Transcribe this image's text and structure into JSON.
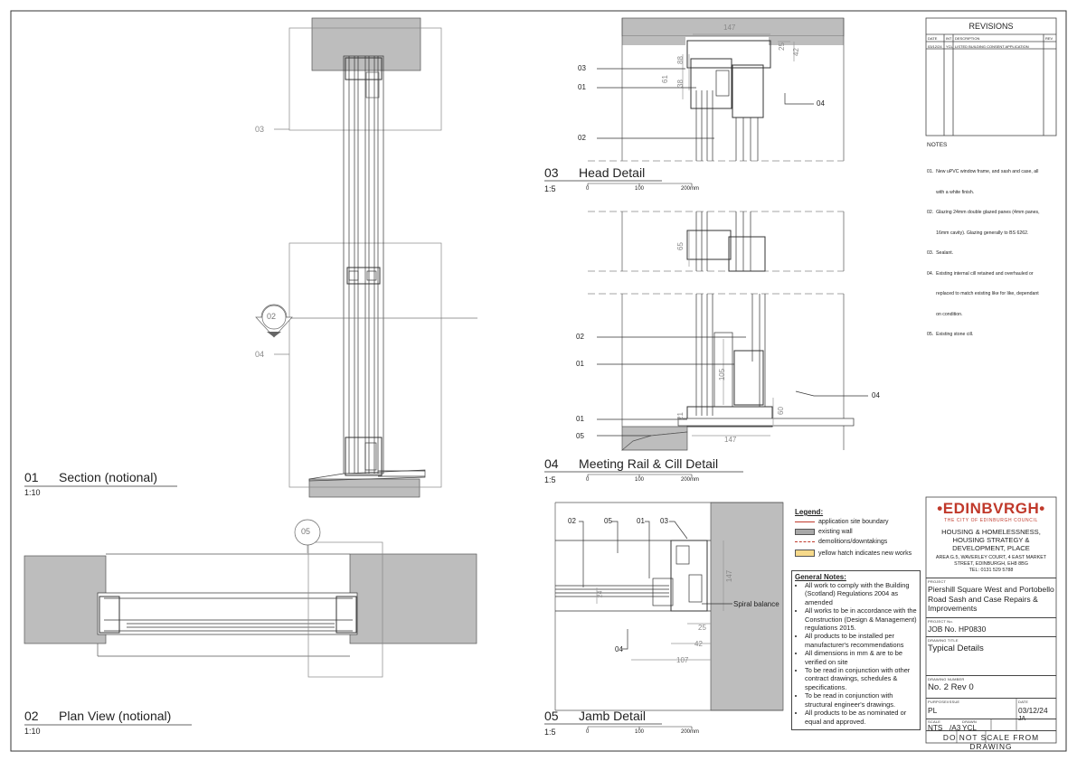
{
  "views": {
    "section": {
      "number": "01",
      "title": "Section (notional)",
      "scale": "1:10"
    },
    "plan": {
      "number": "02",
      "title": "Plan View (notional)",
      "scale": "1:10"
    },
    "head": {
      "number": "03",
      "title": "Head Detail",
      "scale": "1:5"
    },
    "meeting": {
      "number": "04",
      "title": "Meeting Rail & Cill Detail",
      "scale": "1:5"
    },
    "jamb": {
      "number": "05",
      "title": "Jamb Detail",
      "scale": "1:5"
    }
  },
  "scalebar": {
    "zero": "0",
    "mid": "100",
    "end": "200mm"
  },
  "callouts": {
    "c02": "02",
    "c05": "05",
    "s03": "03",
    "s04": "04"
  },
  "tags": {
    "t01": "01",
    "t02": "02",
    "t03": "03",
    "t04": "04",
    "t05": "05"
  },
  "dims": {
    "head": [
      "147",
      "25",
      "42",
      "88",
      "61",
      "38"
    ],
    "meeting": [
      "65",
      "105",
      "21",
      "60",
      "147"
    ],
    "jamb": [
      "147",
      "24",
      "25",
      "42",
      "107"
    ]
  },
  "spiral_balance": "Spiral balance",
  "revisions": {
    "title": "REVISIONS",
    "headers": [
      "DATE",
      "INT",
      "DESCRIPTION",
      "REV"
    ],
    "rows": [
      {
        "date": "03/12/24",
        "int": "YCL",
        "desc": "LISTED BUILDING CONSENT APPLICATION",
        "rev": ""
      }
    ]
  },
  "notes": {
    "heading": "NOTES",
    "items": [
      "01.  New uPVC window frame, and sash and case, all",
      "       with a white finish.",
      "02.  Glazing 24mm double glazed panes (4mm panes,",
      "       16mm cavity). Glazing generally to BS 6262.",
      "03.  Sealant.",
      "04.  Existing internal cill retained and overhauled or",
      "       replaced to match existing like for like, dependant",
      "       on condition.",
      "05.  Existing stone cill."
    ]
  },
  "legend": {
    "heading": "Legend:",
    "items": [
      {
        "label": "application site boundary",
        "color": "#c0392b"
      },
      {
        "label": "existing wall",
        "color": "#a8a8a8"
      },
      {
        "label": "demolitions/downtakings",
        "color": "#c0392b"
      },
      {
        "label": "yellow hatch indicates new works",
        "color": "#f6d98a"
      }
    ]
  },
  "general_notes": {
    "heading": "General Notes:",
    "items": [
      "All work to comply with the Building (Scotland) Regulations 2004 as amended",
      "All works to be in accordance with the Construction (Design & Management) regulations 2015.",
      "All products to be installed per manufacturer's recommendations",
      "All dimensions in mm & are to be verified on site",
      "To be read in conjunction with other contract drawings, schedules & specifications.",
      "To be read in conjunction with structural engineer's drawings.",
      "All products to be as nominated or equal and approved."
    ]
  },
  "title_block": {
    "logo": "•EDINBVRGH•",
    "logo_sub": "THE CITY OF EDINBURGH COUNCIL",
    "dept": "HOUSING & HOMELESSNESS, HOUSING STRATEGY & DEVELOPMENT, PLACE",
    "address": "AREA G.5, WAVERLEY COURT, 4 EAST MARKET STREET, EDINBURGH, EH8 8BG",
    "tel": "TEL: 0131 529 5788",
    "project_label": "PROJECT",
    "project": "Piershill Square West and Portobello Road Sash and Case Repairs & Improvements",
    "project_no_label": "PROJECT No.",
    "project_no": "JOB No. HP0830",
    "drawing_title_label": "DRAWING TITLE",
    "drawing_title": "Typical Details",
    "drawing_number_label": "DRAWING NUMBER",
    "drawing_number": "No. 2 Rev 0",
    "purpose_label": "PURPOSE/ISSUE",
    "purpose": "PL",
    "date_label": "DATE",
    "date": "03/12/24",
    "scale_label": "SCALE",
    "scale": "NTS",
    "size": "/A3",
    "drawn_label": "DRAWN",
    "drawn": "YCL",
    "checked": "JA",
    "footer": "DO NOT SCALE FROM DRAWING"
  }
}
